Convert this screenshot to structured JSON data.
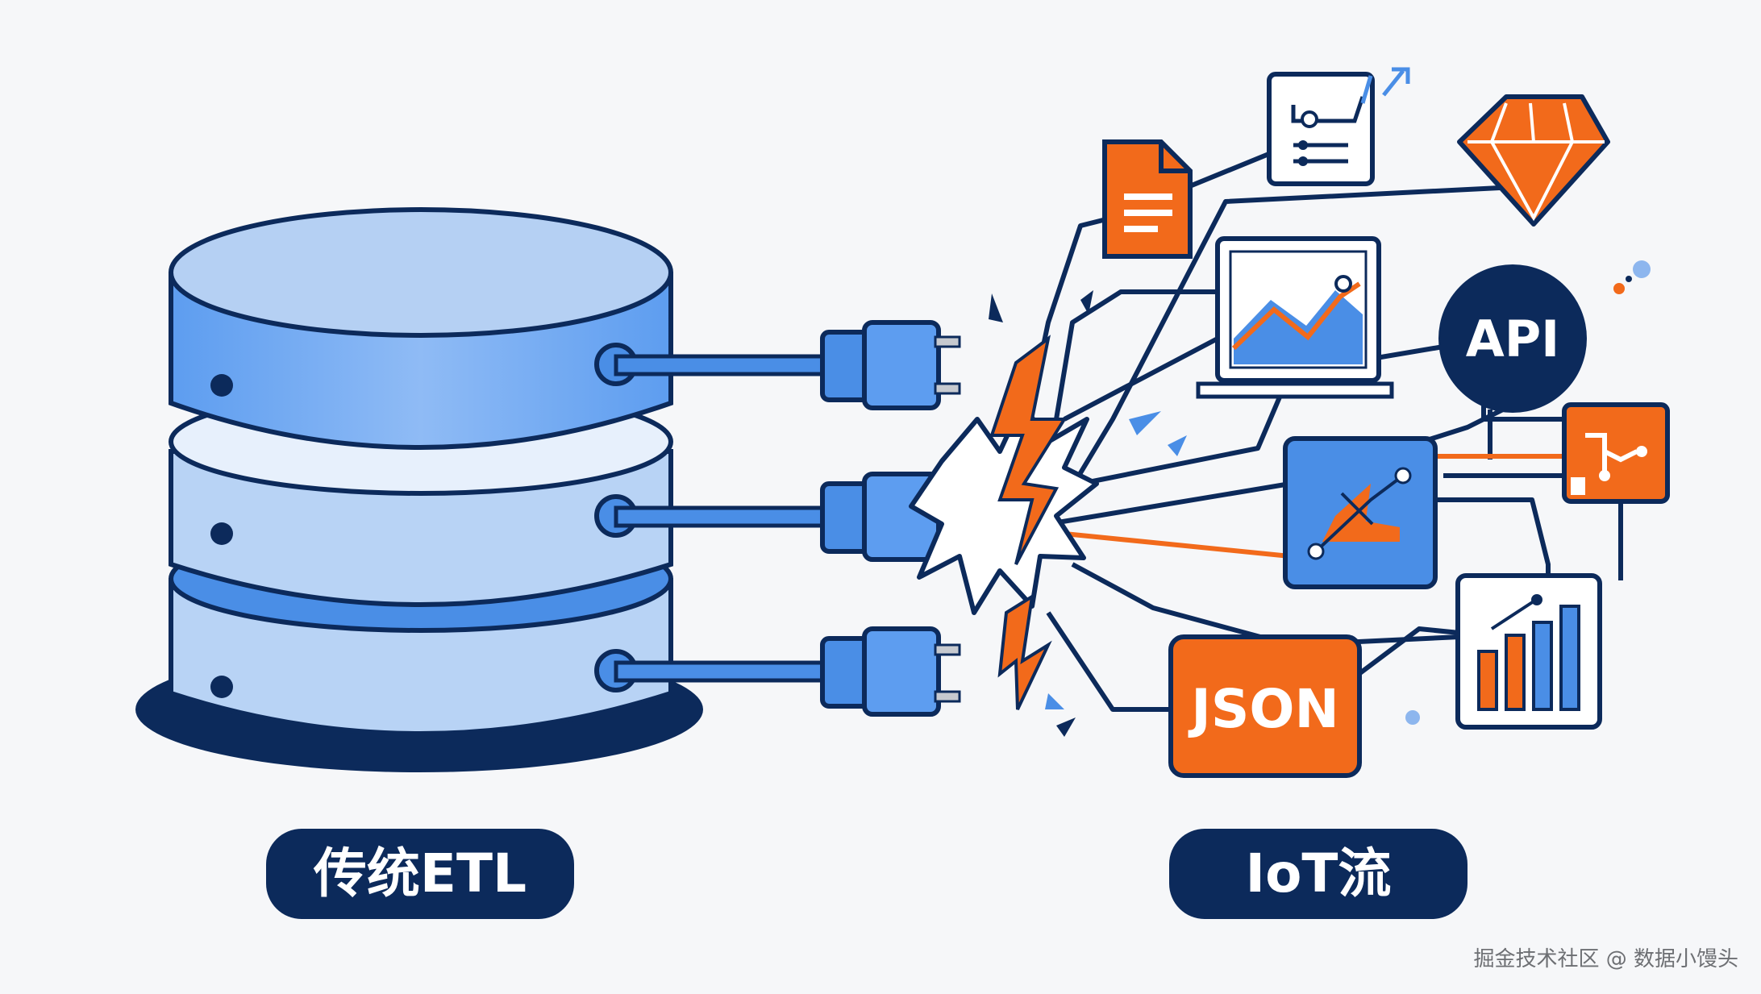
{
  "labels": {
    "left": "传统ETL",
    "right": "IoT流"
  },
  "badges": {
    "api": "API",
    "json": "JSON"
  },
  "watermark": "掘金技术社区 @ 数据小馒头",
  "icons": [
    "database-icon",
    "plug-icon",
    "spark-burst-icon",
    "document-icon",
    "flowchart-note-icon",
    "gem-icon",
    "monitor-chart-icon",
    "api-badge-icon",
    "graph-node-icon",
    "analytics-card-icon",
    "bar-chart-icon",
    "json-badge-icon"
  ],
  "colors": {
    "navy": "#0c2a5b",
    "blue": "#4a8ee6",
    "light_blue": "#bcd6f6",
    "orange": "#f26a1b",
    "background": "#f6f7f9"
  }
}
